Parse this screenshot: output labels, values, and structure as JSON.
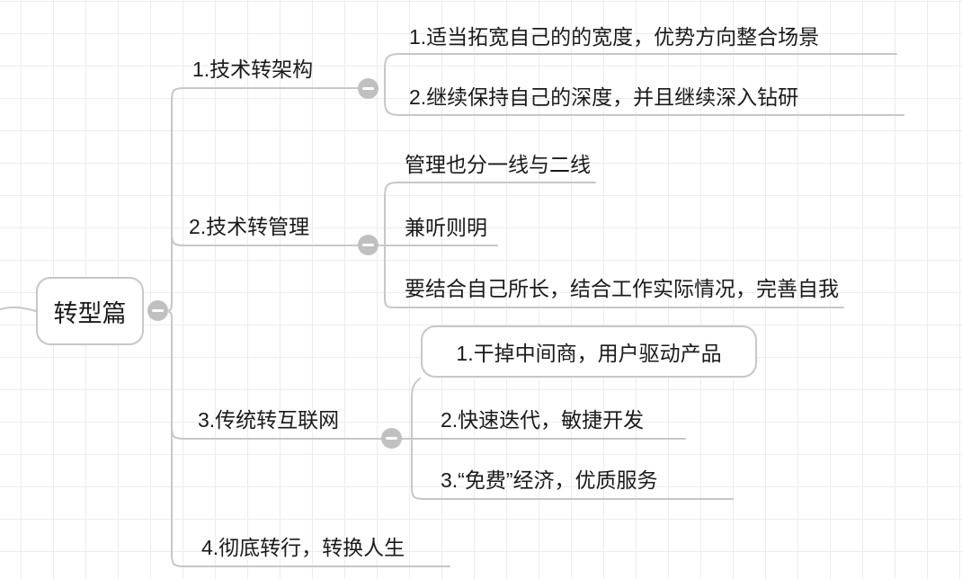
{
  "canvas": {
    "background_color": "#ffffff",
    "grid_color": "#ececec",
    "line_color": "#c7c7c7",
    "text_color": "#1a1a1a",
    "collapse_button_color": "#c0c0c0"
  },
  "mindmap": {
    "root": {
      "label": "转型篇",
      "expanded": true
    },
    "branches": [
      {
        "label": "1.技术转架构",
        "expanded": true,
        "children": [
          {
            "label": "1.适当拓宽自己的的宽度，优势方向整合场景"
          },
          {
            "label": "2.继续保持自己的深度，并且继续深入钻研"
          }
        ]
      },
      {
        "label": "2.技术转管理",
        "expanded": true,
        "children": [
          {
            "label": "管理也分一线与二线"
          },
          {
            "label": "兼听则明"
          },
          {
            "label": "要结合自己所长，结合工作实际情况，完善自我"
          }
        ]
      },
      {
        "label": "3.传统转互联网",
        "expanded": true,
        "children": [
          {
            "label": "1.干掉中间商，用户驱动产品"
          },
          {
            "label": "2.快速迭代，敏捷开发"
          },
          {
            "label": "3.“免费”经济，优质服务"
          }
        ]
      },
      {
        "label": "4.彻底转行，转换人生",
        "children": []
      }
    ]
  }
}
